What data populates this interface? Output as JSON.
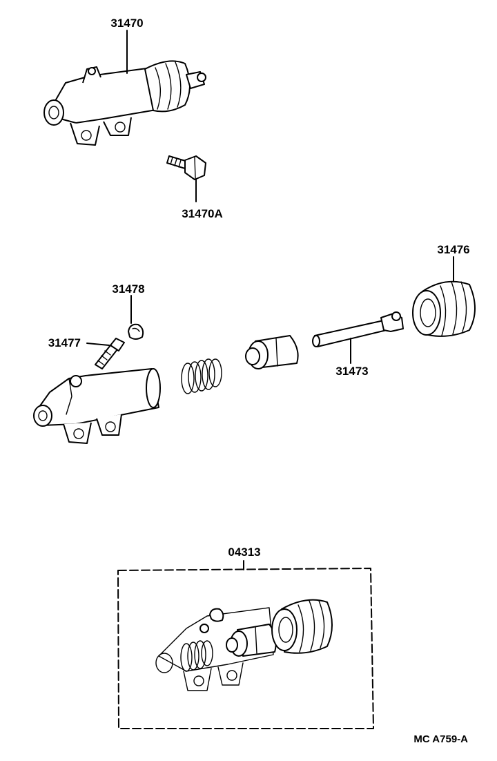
{
  "diagram": {
    "parts": {
      "cylinder_assembly": "31470",
      "bleeder_bolt": "31470A",
      "boot": "31476",
      "cap": "31478",
      "bleeder_plug": "31477",
      "push_rod": "31473",
      "repair_kit": "04313"
    },
    "drawing_code": "MC A759-A"
  }
}
